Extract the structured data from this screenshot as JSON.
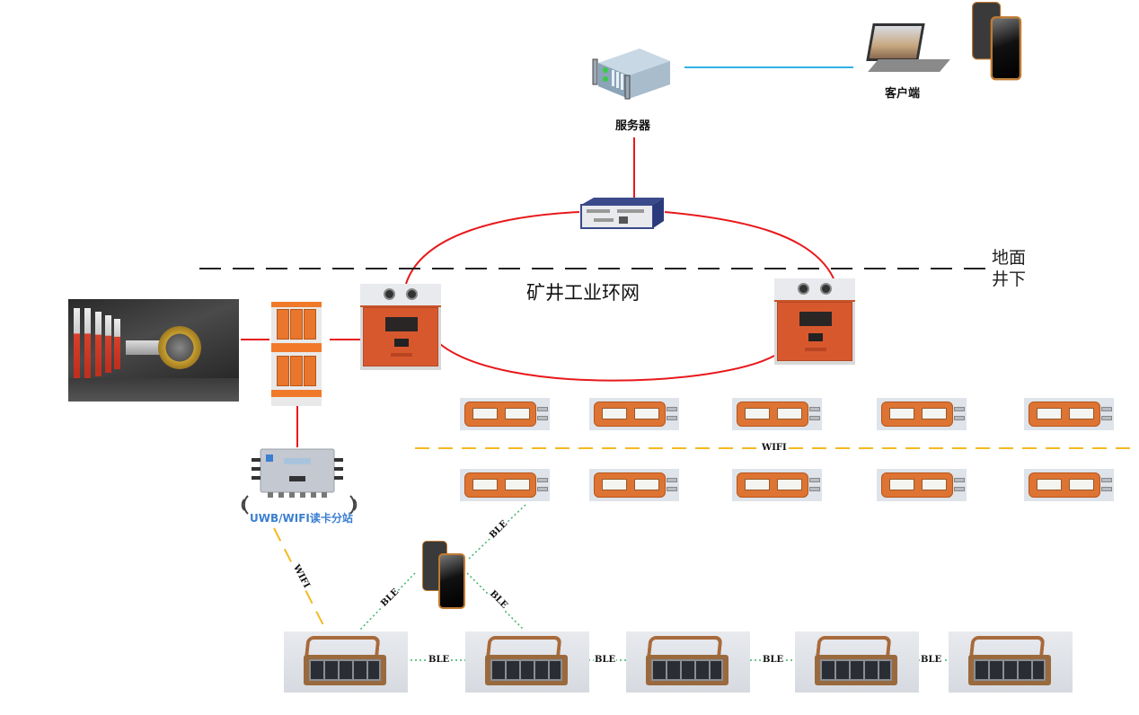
{
  "diagram": {
    "title": "矿井工业环网",
    "boundary": {
      "above_label": "地面",
      "below_label": "井下"
    },
    "nodes": {
      "server": {
        "label": "服务器",
        "icon": "server-icon"
      },
      "client": {
        "label": "客户端",
        "icons": [
          "laptop-icon",
          "phone-icon"
        ]
      },
      "ring_switch": {
        "icon": "ring-switch-icon"
      },
      "ring_node_left": {
        "icon": "ring-node-box-icon"
      },
      "ring_node_right": {
        "icon": "ring-node-box-icon"
      },
      "mining_face": {
        "icon": "coal-mining-face-photo"
      },
      "controller_cabinet": {
        "icon": "hydraulic-controller-cabinet-icon"
      },
      "reader_station": {
        "label": "UWB/WIFI读卡分站",
        "icon": "card-reader-station-icon"
      },
      "handheld": {
        "icon": "handheld-phone-icon"
      },
      "wifi_lights_top_row": {
        "count": 5,
        "icon": "wifi-light-icon"
      },
      "wifi_lights_bottom_row": {
        "count": 5,
        "icon": "wifi-light-icon"
      },
      "ble_lamps": {
        "count": 5,
        "icon": "mining-lamp-icon"
      }
    },
    "links": {
      "wifi_row_label": "WIFI",
      "wifi_reader_label": "WIFI",
      "ble_labels": [
        "BLE",
        "BLE",
        "BLE",
        "BLE",
        "BLE",
        "BLE",
        "BLE"
      ]
    },
    "colors": {
      "ring_link": "#e8191c",
      "client_link": "#2fb2e8",
      "wifi_dash": "#f5b921",
      "ble_dotted": "#3cb46a",
      "boundary_dash": "#222222",
      "station_label": "#3a7fd0"
    }
  }
}
